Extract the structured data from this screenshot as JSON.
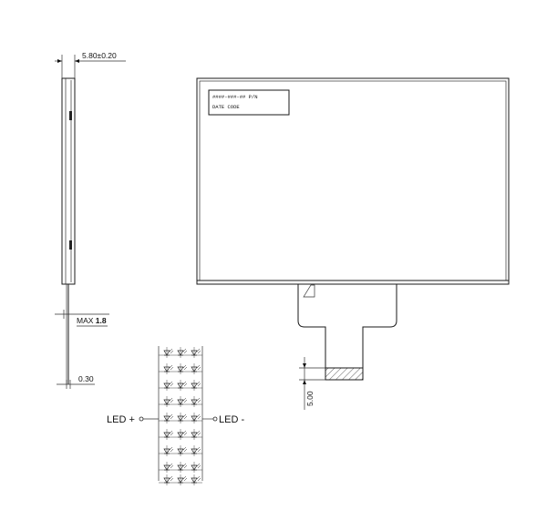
{
  "side_view": {
    "thickness_dim": "5.80±0.20",
    "max_dim_prefix": "MAX ",
    "max_dim_value": "1.8",
    "fpc_dim": "0.30"
  },
  "front_view": {
    "part_number_label": "####-###-## P/N",
    "date_code_label": "DATE CODE",
    "fpc_length_dim": "5.00"
  },
  "backlight": {
    "led_plus_label": "LED +",
    "led_minus_label": "LED -"
  }
}
